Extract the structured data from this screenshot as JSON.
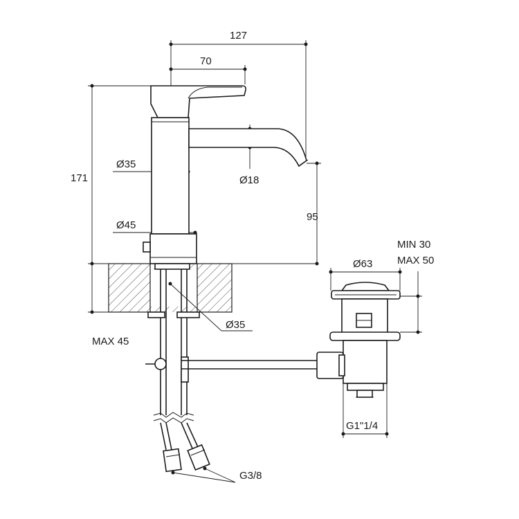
{
  "dimensions": {
    "total_reach": "127",
    "handle_reach": "70",
    "total_height": "171",
    "body_diameter": "Ø35",
    "spout_diameter": "Ø18",
    "base_diameter": "Ø45",
    "spout_height": "95",
    "hole_diameter": "Ø35",
    "max_deck_thickness": "MAX 45",
    "waste_diameter": "Ø63",
    "waste_min": "MIN 30",
    "waste_max": "MAX 50",
    "waste_thread": "G1\"1/4",
    "hose_thread": "G3/8"
  }
}
